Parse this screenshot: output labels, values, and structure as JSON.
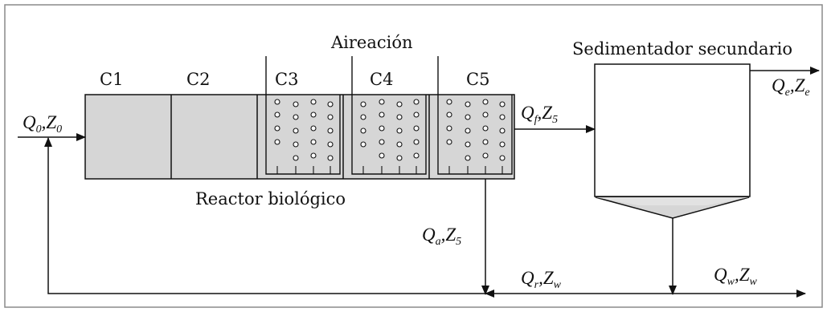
{
  "labels": {
    "aeration": "Aireación",
    "settler": "Sedimentador secundario",
    "reactor": "Reactor biológico"
  },
  "compartments": [
    "C1",
    "C2",
    "C3",
    "C4",
    "C5"
  ],
  "flows": {
    "inlet": {
      "q": "Q",
      "q_sub": "0",
      "z": "Z",
      "z_sub": "0"
    },
    "feed": {
      "q": "Q",
      "q_sub": "f",
      "z": "Z",
      "z_sub": "5"
    },
    "effluent": {
      "q": "Q",
      "q_sub": "e",
      "z": "Z",
      "z_sub": "e"
    },
    "internal": {
      "q": "Q",
      "q_sub": "a",
      "z": "Z",
      "z_sub": "5"
    },
    "recycle": {
      "q": "Q",
      "q_sub": "r",
      "z": "Z",
      "z_sub": "w"
    },
    "waste": {
      "q": "Q",
      "q_sub": "w",
      "z": "Z",
      "z_sub": "w"
    }
  },
  "colors": {
    "tank_fill": "#d6d6d6",
    "line": "#111111",
    "frame": "#8a8a8a"
  }
}
